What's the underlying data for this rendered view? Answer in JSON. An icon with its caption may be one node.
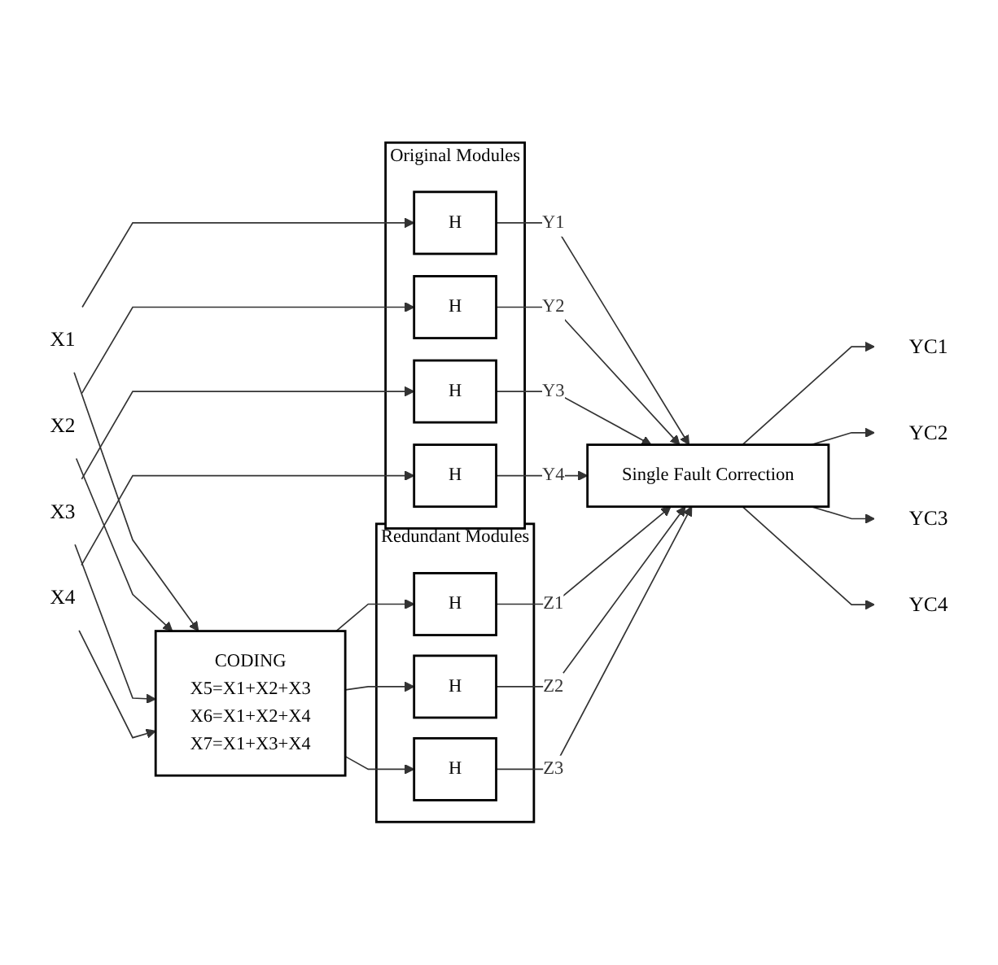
{
  "diagram": {
    "nodes": [
      {
        "text": [
          "X1"
        ]
      },
      {
        "text": [
          "X2"
        ]
      },
      {
        "text": [
          "X3"
        ]
      },
      {
        "text": [
          "X4"
        ]
      },
      {
        "text": [
          "Original Modules"
        ]
      },
      {
        "text": [
          "H"
        ],
        "in": 4
      },
      {
        "text": [
          "H"
        ],
        "in": 4
      },
      {
        "text": [
          "H"
        ],
        "in": 4
      },
      {
        "text": [
          "H"
        ],
        "in": 4
      },
      {
        "text": [
          "Redundant Modules"
        ]
      },
      {
        "text": [
          "H"
        ],
        "in": 9
      },
      {
        "text": [
          "H"
        ],
        "in": 9
      },
      {
        "text": [
          "H"
        ],
        "in": 9
      },
      {
        "text": [
          "CODING",
          "X5=X1+X2+X3",
          "X6=X1+X2+X4",
          "X7=X1+X3+X4"
        ]
      },
      {
        "text": [
          "Single Fault Correction"
        ]
      },
      {
        "text": [
          "YC1"
        ]
      },
      {
        "text": [
          "YC2"
        ]
      },
      {
        "text": [
          "YC3"
        ]
      },
      {
        "text": [
          "YC4"
        ]
      }
    ],
    "edges": [
      {
        "from": 0,
        "to": 5,
        "arrow": "to"
      },
      {
        "from": 0,
        "to": 13,
        "arrow": "to"
      },
      {
        "from": 1,
        "to": 6,
        "arrow": "to"
      },
      {
        "from": 1,
        "to": 13,
        "arrow": "to"
      },
      {
        "from": 2,
        "to": 7,
        "arrow": "to"
      },
      {
        "from": 2,
        "to": 13,
        "arrow": "to"
      },
      {
        "from": 3,
        "to": 8,
        "arrow": "to"
      },
      {
        "from": 3,
        "to": 13,
        "arrow": "to"
      },
      {
        "from": 13,
        "to": 10,
        "arrow": "to"
      },
      {
        "from": 13,
        "to": 11,
        "arrow": "to"
      },
      {
        "from": 13,
        "to": 12,
        "arrow": "to"
      },
      {
        "from": 5,
        "to": 14,
        "arrow": "to",
        "label": "Y1"
      },
      {
        "from": 6,
        "to": 14,
        "arrow": "to",
        "label": "Y2"
      },
      {
        "from": 7,
        "to": 14,
        "arrow": "to",
        "label": "Y3"
      },
      {
        "from": 8,
        "to": 14,
        "arrow": "to",
        "label": "Y4"
      },
      {
        "from": 10,
        "to": 14,
        "arrow": "to",
        "label": "Z1"
      },
      {
        "from": 11,
        "to": 14,
        "arrow": "to",
        "label": "Z2"
      },
      {
        "from": 12,
        "to": 14,
        "arrow": "to",
        "label": "Z3"
      },
      {
        "from": 14,
        "to": 15,
        "arrow": "to"
      },
      {
        "from": 14,
        "to": 16,
        "arrow": "to"
      },
      {
        "from": 14,
        "to": 17,
        "arrow": "to"
      },
      {
        "from": 14,
        "to": 18,
        "arrow": "to"
      }
    ]
  }
}
